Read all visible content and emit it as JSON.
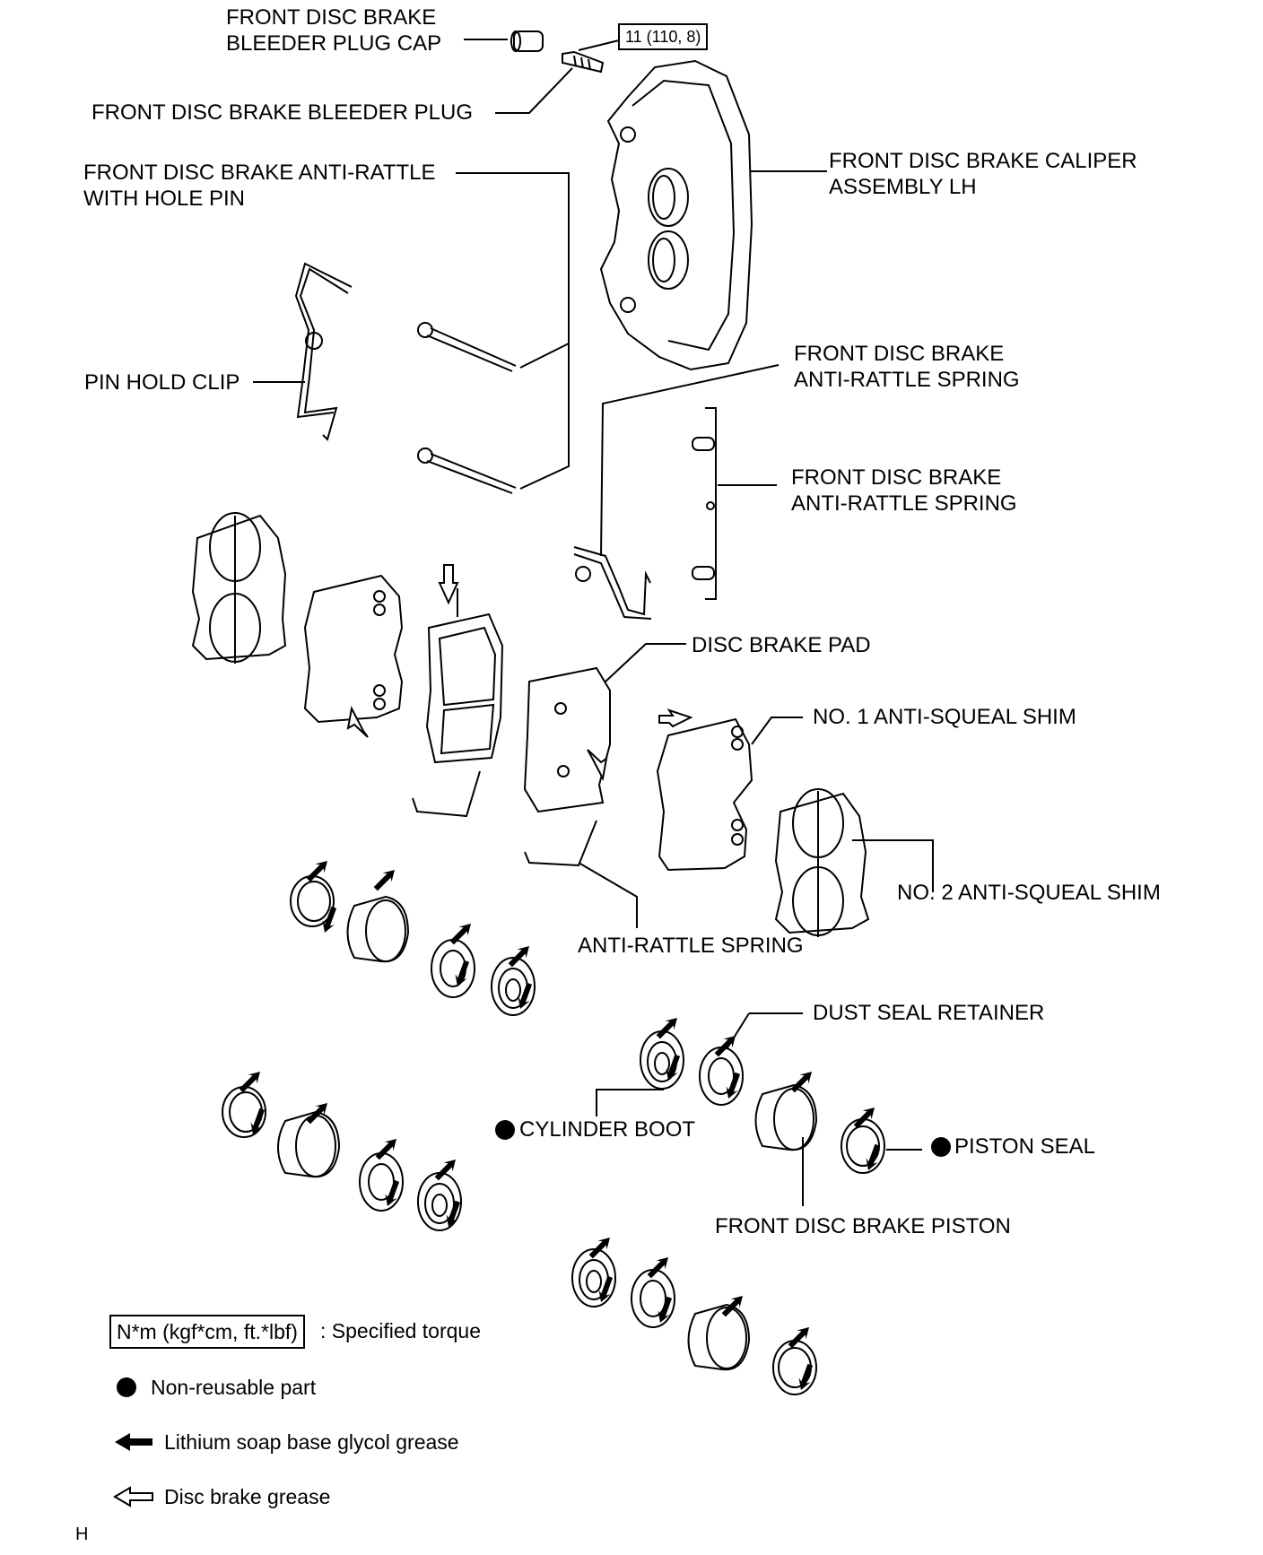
{
  "torque_spec": "11 (110, 8)",
  "labels": {
    "bleeder_cap_1": "FRONT DISC BRAKE",
    "bleeder_cap_2": "BLEEDER PLUG CAP",
    "bleeder_plug": "FRONT DISC BRAKE BLEEDER PLUG",
    "anti_rattle_pin_1": "FRONT DISC BRAKE ANTI-RATTLE",
    "anti_rattle_pin_2": "WITH HOLE PIN",
    "caliper_1": "FRONT DISC BRAKE CALIPER",
    "caliper_2": "ASSEMBLY LH",
    "pin_hold_clip": "PIN HOLD CLIP",
    "spring_upper_1": "FRONT DISC BRAKE",
    "spring_upper_2": "ANTI-RATTLE SPRING",
    "spring_lower_1": "FRONT DISC BRAKE",
    "spring_lower_2": "ANTI-RATTLE SPRING",
    "disc_brake_pad": "DISC BRAKE PAD",
    "shim_no1": "NO. 1 ANTI-SQUEAL SHIM",
    "shim_no2": "NO. 2 ANTI-SQUEAL SHIM",
    "anti_rattle_spring": "ANTI-RATTLE SPRING",
    "dust_seal_retainer": "DUST SEAL RETAINER",
    "cylinder_boot": "CYLINDER BOOT",
    "piston_seal": "PISTON SEAL",
    "piston": "FRONT DISC BRAKE PISTON"
  },
  "legend": {
    "torque_units": "N*m (kgf*cm, ft.*lbf)",
    "torque_desc": ": Specified torque",
    "non_reusable": "Non-reusable part",
    "lithium_grease": "Lithium soap base glycol grease",
    "disc_grease": "Disc brake grease"
  },
  "corner_mark": "H"
}
